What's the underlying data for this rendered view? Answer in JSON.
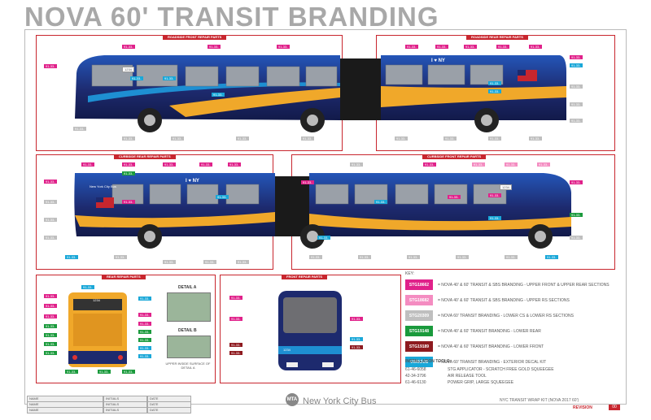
{
  "title": "NOVA 60' TRANSIT BRANDING",
  "panels": {
    "roadside_front": "ROADSIDE FRONT REPAIR PARTS",
    "roadside_rear": "ROADSIDE REAR REPAIR PARTS",
    "curbside_rear": "CURBSIDE REAR REPAIR PARTS",
    "curbside_front": "CURBSIDE FRONT REPAIR PARTS",
    "rear_repair": "REAR REPAIR PARTS",
    "front_repair": "FRONT REPAIR PARTS"
  },
  "bus_text": {
    "fleet_number": "1234",
    "ilny": "I ♥ NY",
    "nyct": "New York City Bus"
  },
  "details": {
    "a": "DETAIL A",
    "b": "DETAIL B",
    "b_caption": "UPPER INSIDE SURFACE OF DETAIL A"
  },
  "key": {
    "heading": "KEY:",
    "items": [
      {
        "code": "STG18662",
        "color": "#e0218a",
        "desc": "= NOVA 40' & 60' TRANSIT & SBS BRANDING - UPPER FRONT & UPPER REAR SECTIONS"
      },
      {
        "code": "STG18682",
        "color": "#f48cc1",
        "desc": "= NOVA 40' & 60' TRANSIT & SBS BRANDING - UPPER RS SECTIONS"
      },
      {
        "code": "STG20309",
        "color": "#bfbfbf",
        "desc": "= NOVA 60' TRANSIT BRANDING - LOWER CS & LOWER RS SECTIONS"
      },
      {
        "code": "STG19148",
        "color": "#1a9a3c",
        "desc": "= NOVA 40' & 60' TRANSIT BRANDING - LOWER REAR"
      },
      {
        "code": "STG19189",
        "color": "#8e1a1f",
        "desc": "= NOVA 40' & 60' TRANSIT BRANDING - LOWER FRONT"
      },
      {
        "code": "VARIOUS",
        "color": "#19a7d8",
        "desc": "= NOVA 60' TRANSIT BRANDING - EXTERIOR DECAL KIT"
      }
    ]
  },
  "tools": {
    "heading": "INSTALLATION TOOLS:",
    "items": [
      {
        "part": "61-46-6058",
        "desc": "STG APPLICATOR - SCRATCH FREE GOLD SQUEEGEE"
      },
      {
        "part": "42-34-3796",
        "desc": "AIR RELEASE TOOL"
      },
      {
        "part": "61-46-6130",
        "desc": "POWER GRIP, LARGE SQUEEGEE"
      }
    ]
  },
  "form": {
    "name": "NAME",
    "initials": "INITIALS",
    "date": "DATE"
  },
  "footer": {
    "mta": "MTA",
    "brand": "New York City Bus",
    "kit": "NYC TRANSIT WRAP KIT (NOVA 2017 60')",
    "revision_label": "REVISION",
    "revision": "00"
  },
  "colors": {
    "accent": "#c8262e",
    "bus_navy": "#1d2a6e",
    "bus_yellow": "#f0a82a",
    "bus_cyan": "#1e8fd2"
  },
  "callout": "91-33-"
}
